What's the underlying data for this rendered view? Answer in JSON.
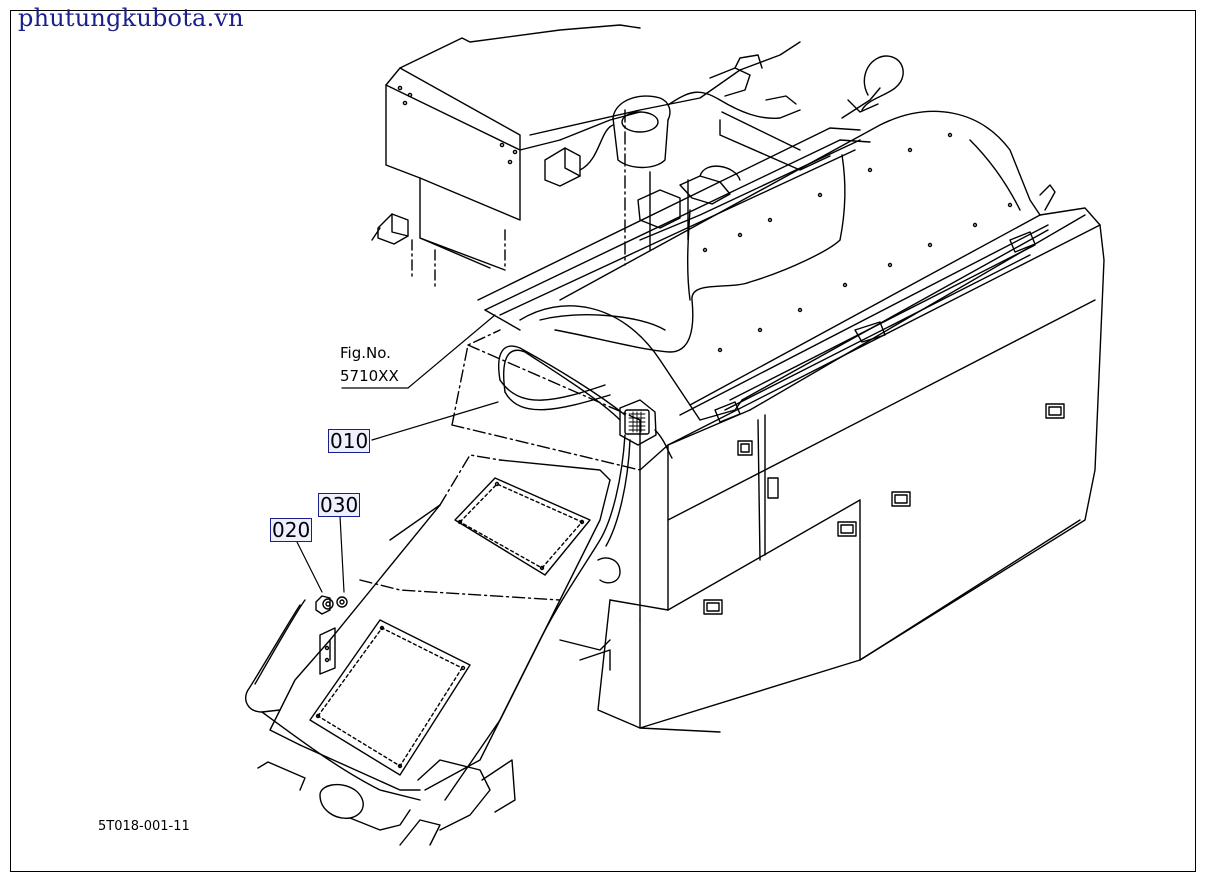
{
  "watermark": "phutungkubota.vn",
  "figure_ref": {
    "line1": "Fig.No.",
    "line2": "5710XX"
  },
  "callouts": [
    {
      "id": "010"
    },
    {
      "id": "020"
    },
    {
      "id": "030"
    }
  ],
  "drawing_number": "5T018-001-11",
  "colors": {
    "watermark": "#1a1f8c",
    "callout_border": "#1a1f8c",
    "callout_fill": "#eef0ff",
    "line": "#000000"
  }
}
